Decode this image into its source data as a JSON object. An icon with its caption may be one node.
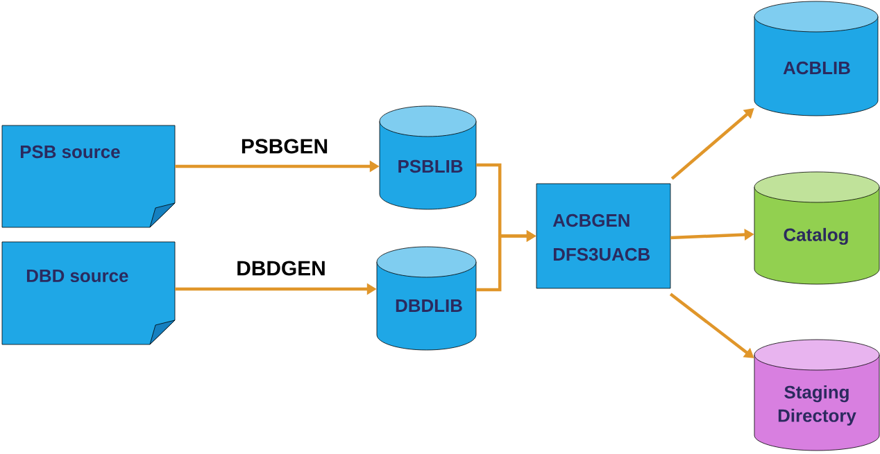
{
  "diagram": {
    "nodes": [
      {
        "text": [
          "PSB source"
        ]
      },
      {
        "text": [
          "DBD source"
        ]
      },
      {
        "text": [
          "PSBLIB"
        ]
      },
      {
        "text": [
          "DBDLIB"
        ]
      },
      {
        "text": [
          "ACBGEN",
          "DFS3UACB"
        ]
      },
      {
        "text": [
          "ACBLIB"
        ]
      },
      {
        "text": [
          "Catalog"
        ]
      },
      {
        "text": [
          "Staging Directory"
        ]
      }
    ],
    "edges": [
      {
        "from": 0,
        "to": 2,
        "arrow": "to",
        "label": "PSBGEN"
      },
      {
        "from": 1,
        "to": 3,
        "arrow": "to",
        "label": "DBDGEN"
      },
      {
        "from": 2,
        "to": 4,
        "arrow": "to"
      },
      {
        "from": 3,
        "to": 4,
        "arrow": "to"
      },
      {
        "from": 4,
        "to": 5,
        "arrow": "to"
      },
      {
        "from": 4,
        "to": 6,
        "arrow": "to"
      },
      {
        "from": 4,
        "to": 7,
        "arrow": "to"
      }
    ]
  }
}
